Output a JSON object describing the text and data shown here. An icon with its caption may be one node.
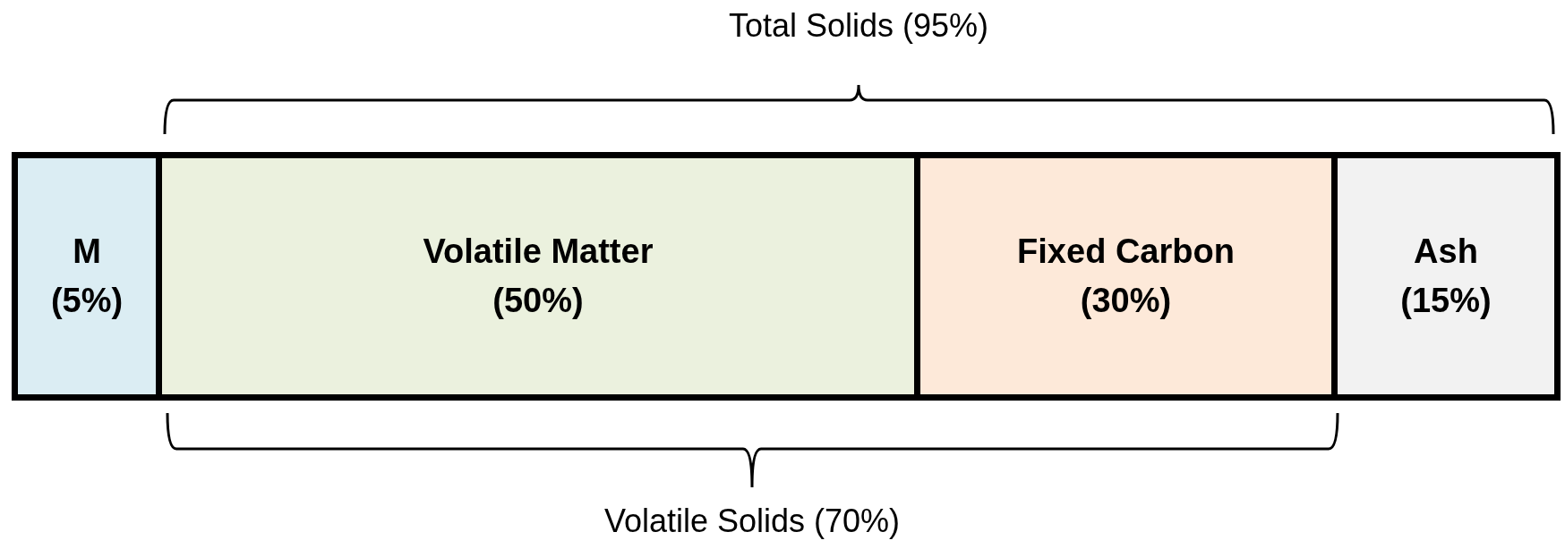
{
  "diagram": {
    "nodes": [
      {
        "text": [
          "M (5%)"
        ]
      },
      {
        "text": [
          "Volatile Matter (50%)"
        ]
      },
      {
        "text": [
          "Fixed Carbon (30%)"
        ]
      },
      {
        "text": [
          "Ash (15%)"
        ]
      }
    ],
    "labels": [
      "Total Solids (95%)",
      "Volatile Solids (70%)"
    ]
  }
}
